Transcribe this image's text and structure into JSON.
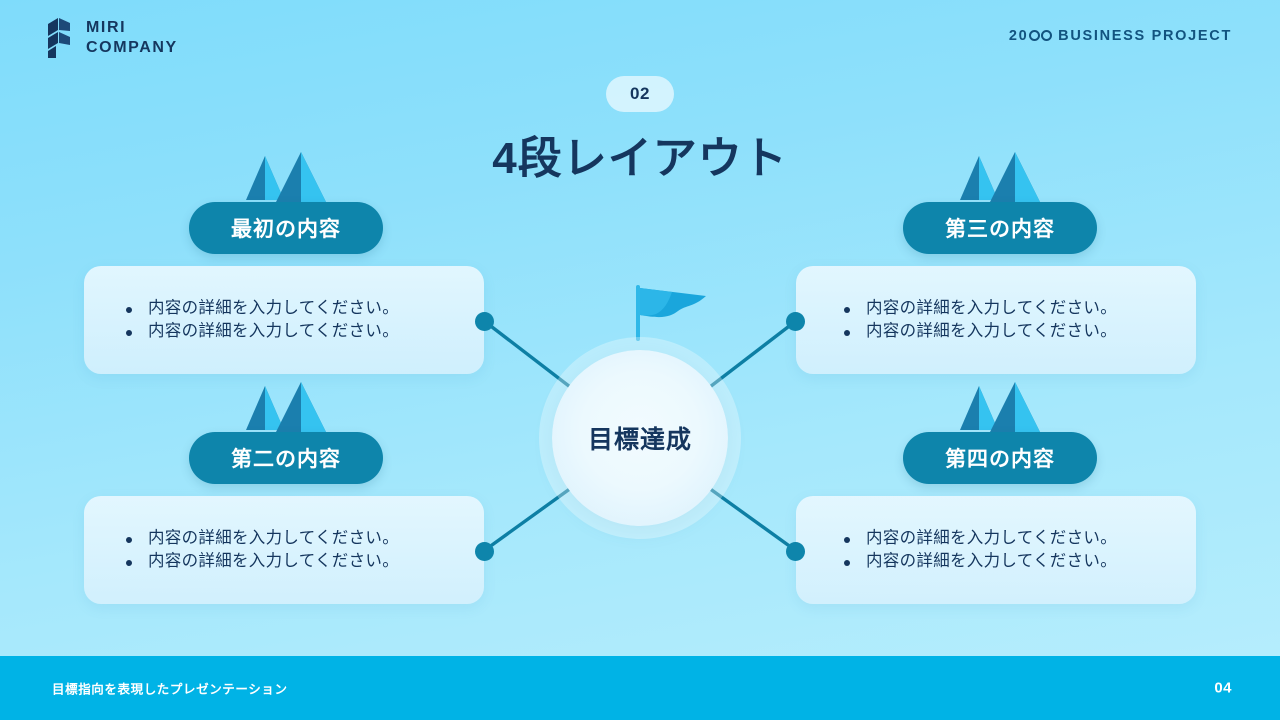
{
  "header": {
    "logo_line1": "MIRI",
    "logo_line2": "COMPANY",
    "logo_icon": "miri-logo-mark",
    "project_prefix": "20",
    "project_suffix": "BUSINESS PROJECT"
  },
  "title": {
    "badge": "02",
    "heading": "4段レイアウト"
  },
  "center": {
    "label": "目標達成",
    "flag_icon": "goal-flag-icon"
  },
  "nodes": [
    {
      "id": "node-1",
      "pill": "最初の内容",
      "icon": "mountain-icon",
      "bullets": [
        "内容の詳細を入力してください。",
        "内容の詳細を入力してください。"
      ]
    },
    {
      "id": "node-2",
      "pill": "第二の内容",
      "icon": "mountain-icon",
      "bullets": [
        "内容の詳細を入力してください。",
        "内容の詳細を入力してください。"
      ]
    },
    {
      "id": "node-3",
      "pill": "第三の内容",
      "icon": "mountain-icon",
      "bullets": [
        "内容の詳細を入力してください。",
        "内容の詳細を入力してください。"
      ]
    },
    {
      "id": "node-4",
      "pill": "第四の内容",
      "icon": "mountain-icon",
      "bullets": [
        "内容の詳細を入力してください。",
        "内容の詳細を入力してください。"
      ]
    }
  ],
  "footer": {
    "text": "目標指向を表現したプレゼンテーション",
    "page": "04"
  },
  "colors": {
    "background_top": "#7fdcfb",
    "background_bottom": "#b8eefd",
    "pill": "#0e85ab",
    "connector": "#0d7fa4",
    "text_dark": "#15365e",
    "footer_bar": "#00b3e6",
    "card": "#e8f8ff",
    "mountain_dark": "#1b7fae",
    "mountain_light": "#35c3f0"
  }
}
